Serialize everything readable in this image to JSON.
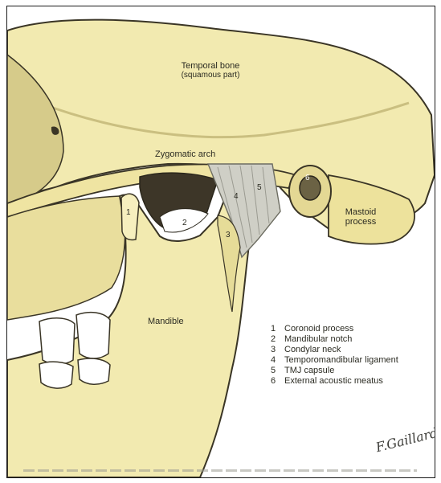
{
  "colors": {
    "bone": "#f2eab0",
    "shadow": "#c9bd7e",
    "outline": "#3a3526",
    "ligament": "#cfcfc6"
  },
  "labels": {
    "temporal_bone": "Temporal bone",
    "temporal_bone_sub": "(squamous part)",
    "zygomatic_arch": "Zygomatic arch",
    "mastoid_line1": "Mastoid",
    "mastoid_line2": "process",
    "mandible": "Mandible"
  },
  "markers": [
    "1",
    "2",
    "3",
    "4",
    "5",
    "6"
  ],
  "legend": [
    {
      "num": "1",
      "text": "Coronoid process"
    },
    {
      "num": "2",
      "text": "Mandibular notch"
    },
    {
      "num": "3",
      "text": "Condylar neck"
    },
    {
      "num": "4",
      "text": "Temporomandibular ligament"
    },
    {
      "num": "5",
      "text": "TMJ capsule"
    },
    {
      "num": "6",
      "text": "External acoustic meatus"
    }
  ],
  "signature": "F.Gaillard"
}
